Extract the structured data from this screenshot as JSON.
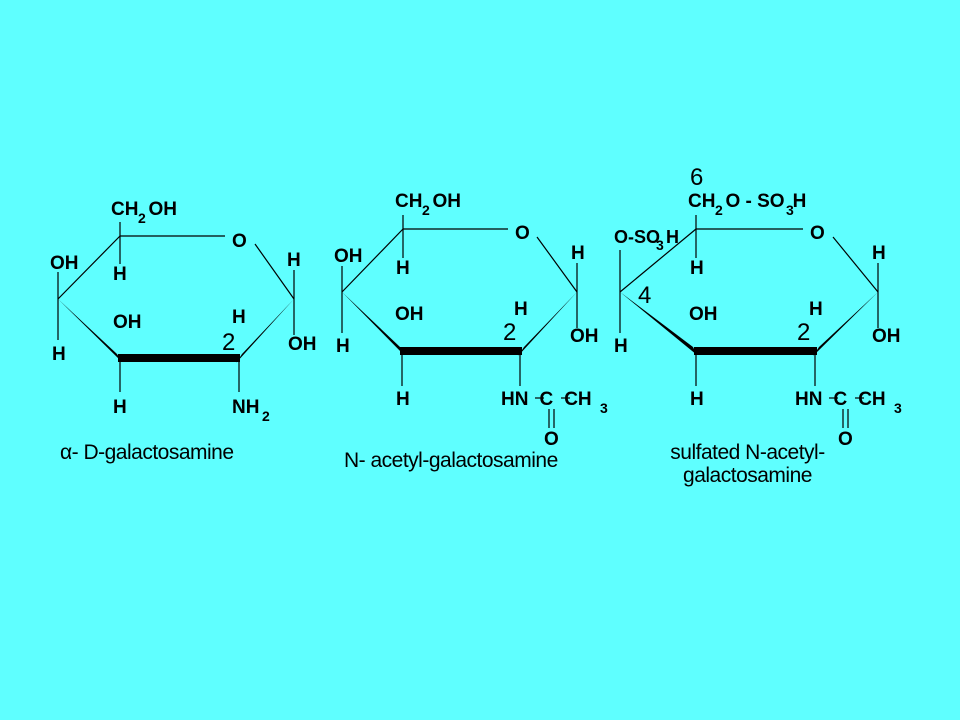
{
  "colors": {
    "background": "#5FFFFF",
    "ink": "#000000"
  },
  "molecules": [
    {
      "name": "α- D-galactosamine",
      "atoms": {
        "c6_group": "CH2OH",
        "ring_o": "O",
        "c4_oh": "OH",
        "c4_h": "H",
        "c5_h": "H",
        "c3_oh": "OH",
        "c3_h": "H",
        "c2_h": "H",
        "c2_sub": "NH2",
        "c1_h": "H",
        "c1_oh": "OH",
        "c2_number": "2"
      }
    },
    {
      "name": "N- acetyl-galactosamine",
      "atoms": {
        "c6_group": "CH2OH",
        "ring_o": "O",
        "c4_oh": "OH",
        "c4_h": "H",
        "c5_h": "H",
        "c3_oh": "OH",
        "c3_h": "H",
        "c2_h": "H",
        "c2_sub": "HN-C-CH3",
        "c2_carbonyl_o": "O",
        "c1_h": "H",
        "c1_oh": "OH",
        "c2_number": "2"
      }
    },
    {
      "name_line1": "sulfated N-acetyl-",
      "name_line2": "galactosamine",
      "atoms": {
        "c6_number": "6",
        "c6_group": "CH2O - SO3H",
        "ring_o": "O",
        "c4_sulfate": "O-SO3H",
        "c4_number": "4",
        "c4_h": "H",
        "c5_h": "H",
        "c3_oh": "OH",
        "c3_h": "H",
        "c2_h": "H",
        "c2_sub": "HN-C-CH3",
        "c2_carbonyl_o": "O",
        "c1_h": "H",
        "c1_oh": "OH",
        "c2_number": "2"
      }
    }
  ]
}
